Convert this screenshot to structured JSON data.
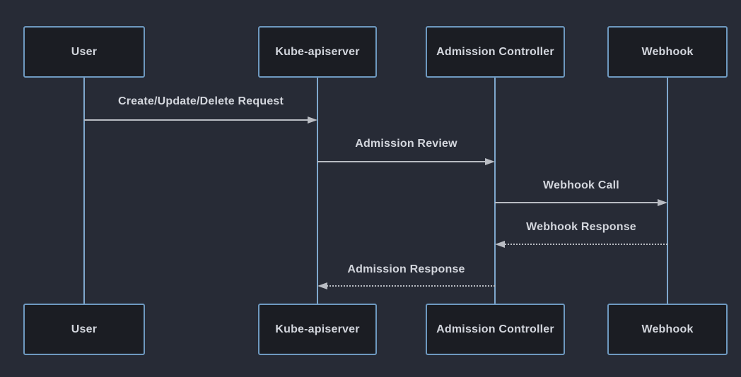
{
  "diagram": {
    "type": "sequence-diagram",
    "theme": "dark",
    "actors": [
      {
        "id": "user",
        "label": "User"
      },
      {
        "id": "kube-apiserver",
        "label": "Kube-apiserver"
      },
      {
        "id": "admission-controller",
        "label": "Admission Controller"
      },
      {
        "id": "webhook",
        "label": "Webhook"
      }
    ],
    "messages": [
      {
        "from": "User",
        "to": "Kube-apiserver",
        "label": "Create/Update/Delete Request",
        "line_style": "solid",
        "direction": "right"
      },
      {
        "from": "Kube-apiserver",
        "to": "Admission Controller",
        "label": "Admission Review",
        "line_style": "solid",
        "direction": "right"
      },
      {
        "from": "Admission Controller",
        "to": "Webhook",
        "label": "Webhook Call",
        "line_style": "solid",
        "direction": "right"
      },
      {
        "from": "Webhook",
        "to": "Admission Controller",
        "label": "Webhook Response",
        "line_style": "dotted",
        "direction": "left"
      },
      {
        "from": "Admission Controller",
        "to": "Kube-apiserver",
        "label": "Admission Response",
        "line_style": "dotted",
        "direction": "left"
      }
    ],
    "colors": {
      "background": "#272b36",
      "actor_fill": "#1b1d23",
      "actor_border": "#6e99c0",
      "lifeline": "#7fa8cd",
      "arrow": "#b9bcc3",
      "text": "#d3d6dd"
    }
  }
}
